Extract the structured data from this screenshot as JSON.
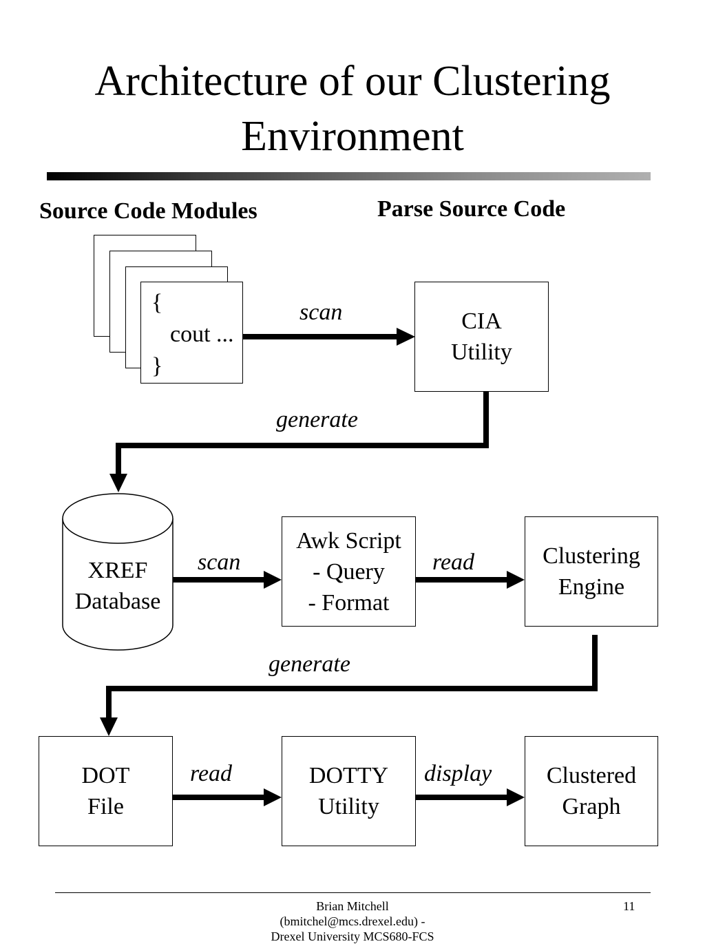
{
  "slide": {
    "title": "Architecture of our Clustering\nEnvironment",
    "page_number": "11",
    "footer": "Brian Mitchell\n(bmitchel@mcs.drexel.edu) -\nDrexel University MCS680-FCS"
  },
  "headings": {
    "source_modules": "Source Code Modules",
    "parse": "Parse Source Code"
  },
  "source_page": {
    "line1": "{",
    "line2": "cout ...",
    "line3": "}"
  },
  "nodes": {
    "cia": "CIA\nUtility",
    "xref": "XREF\nDatabase",
    "awk": "Awk Script\n- Query\n- Format",
    "engine": "Clustering\nEngine",
    "dot": "DOT\nFile",
    "dotty": "DOTTY\nUtility",
    "graph": "Clustered\nGraph"
  },
  "edges": {
    "scan1": "scan",
    "generate1": "generate",
    "scan2": "scan",
    "read1": "read",
    "generate2": "generate",
    "read2": "read",
    "display": "display"
  }
}
